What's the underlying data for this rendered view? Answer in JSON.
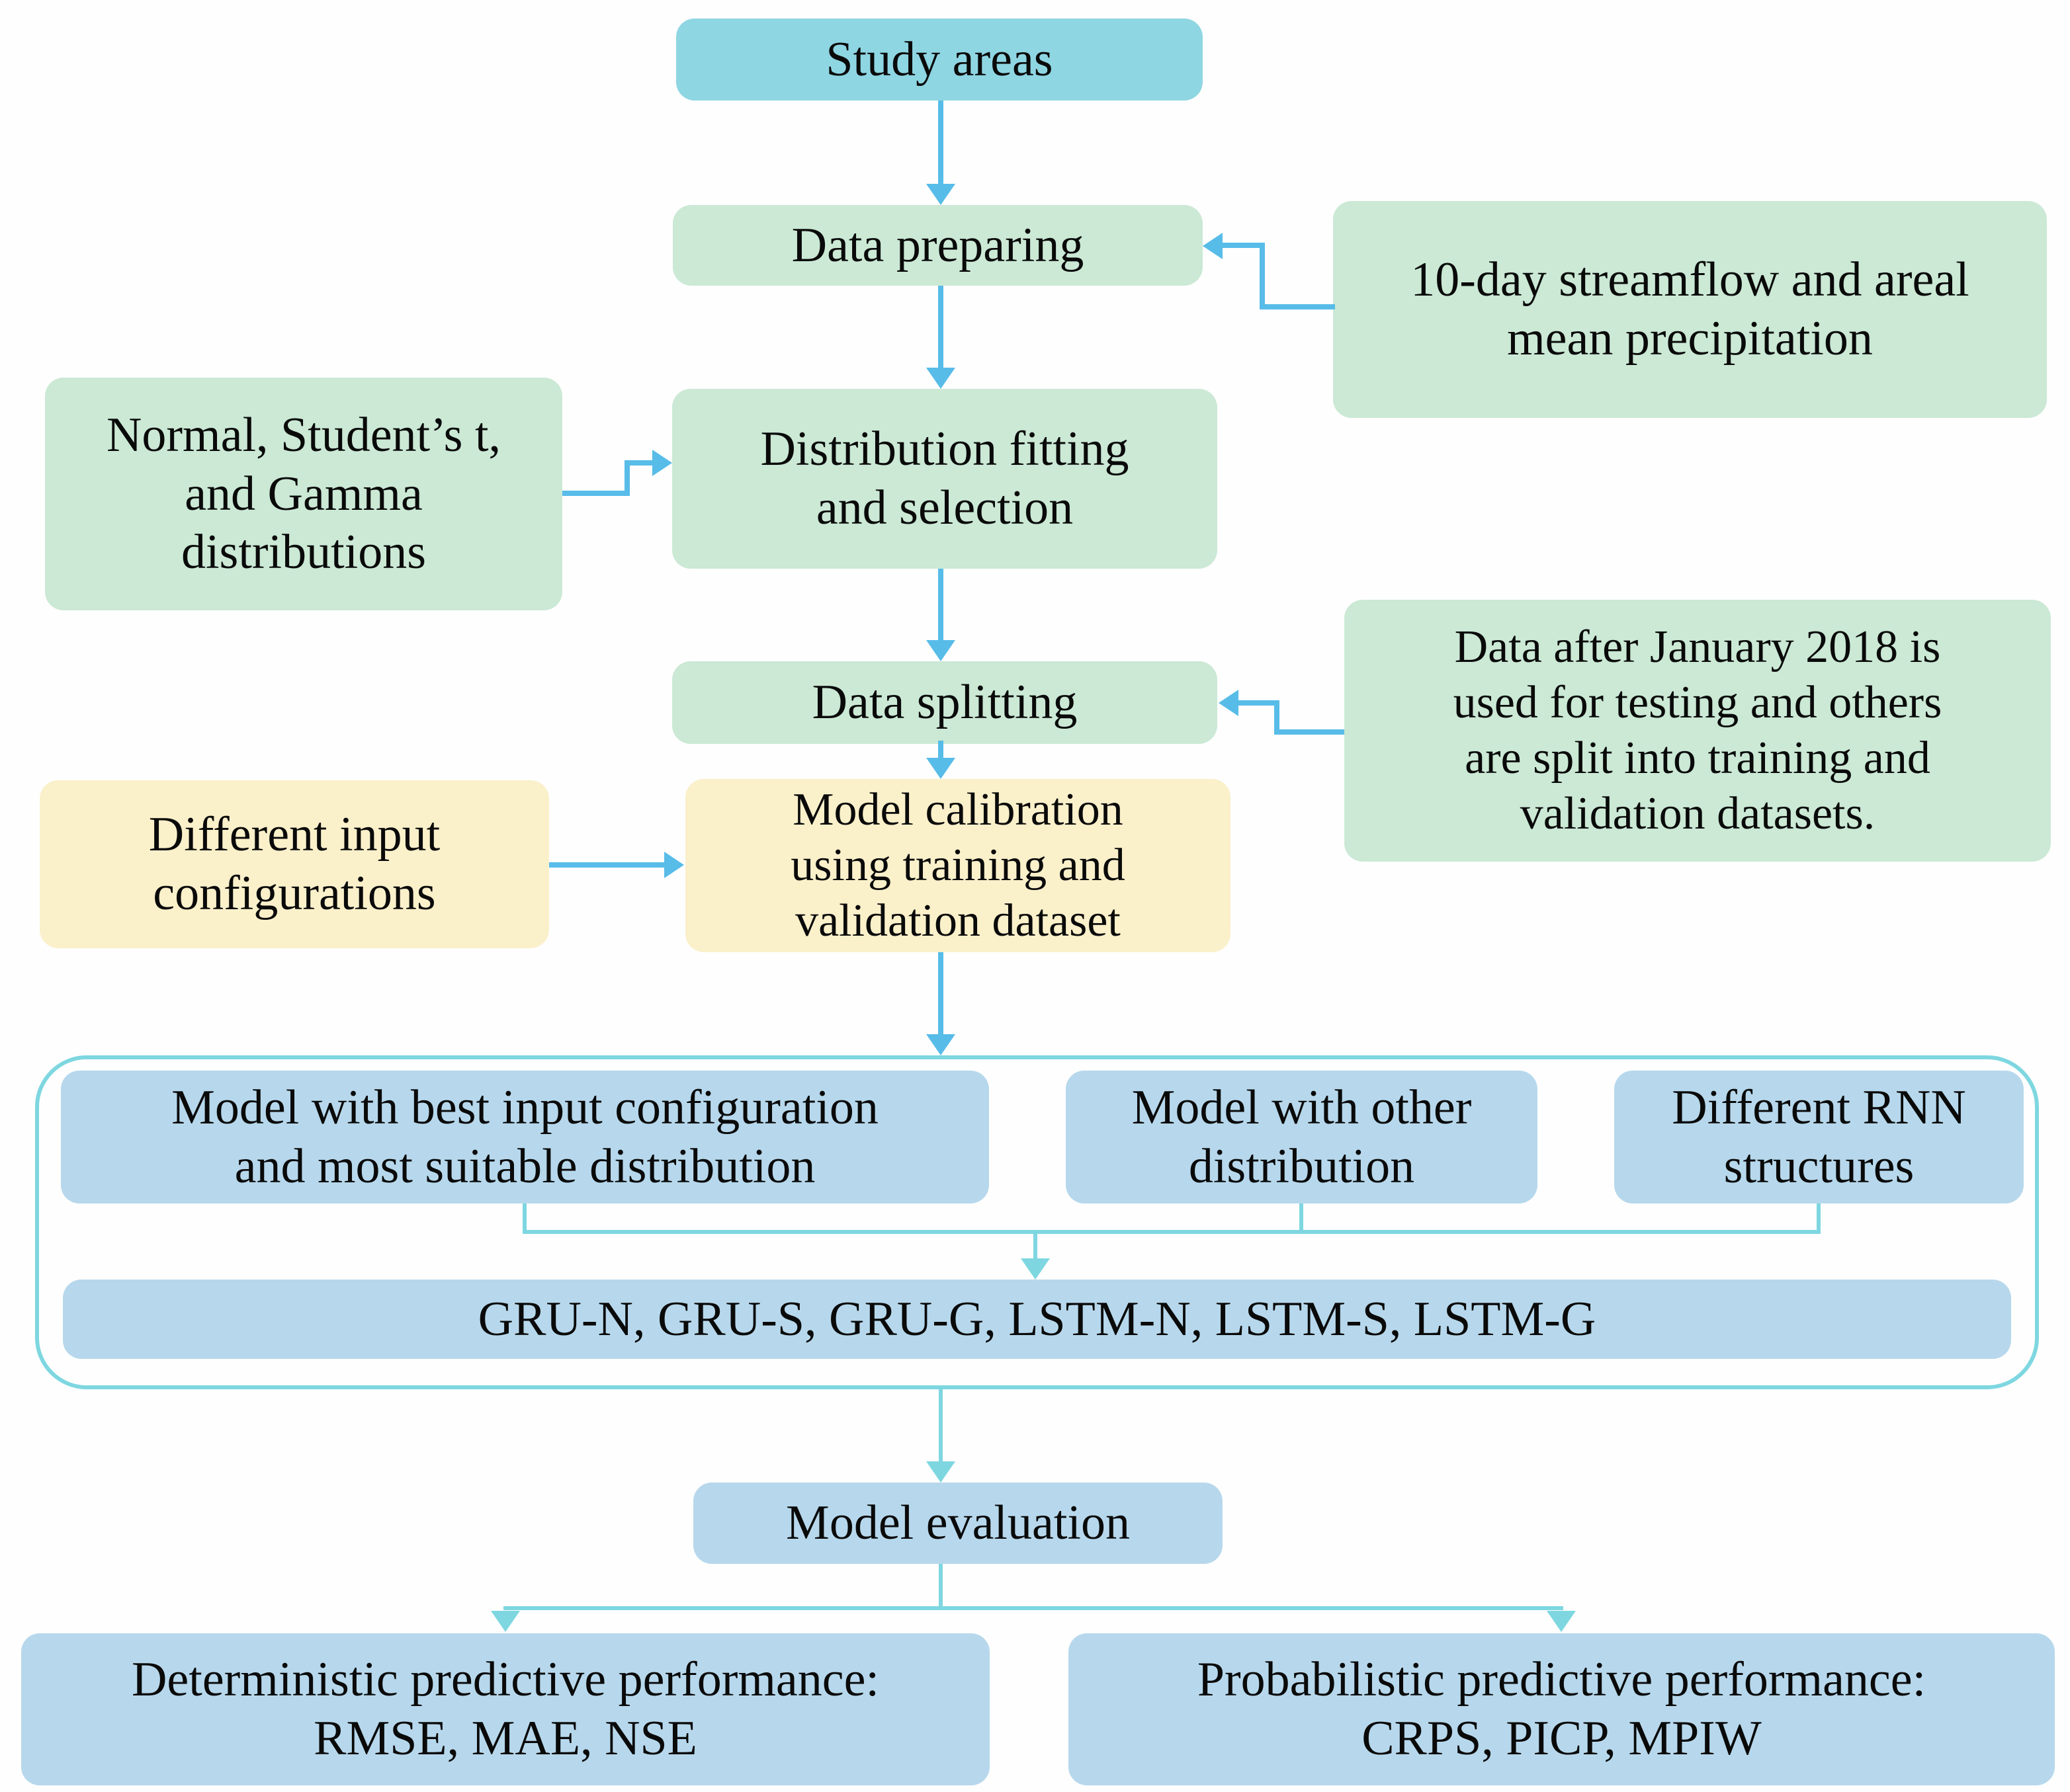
{
  "diagram": {
    "nodes": {
      "study_areas": {
        "label": "Study areas"
      },
      "data_preparing": {
        "label": "Data preparing"
      },
      "streamflow_input": {
        "label": "10-day streamflow and areal\nmean precipitation"
      },
      "distributions_input": {
        "label": "Normal, Student’s t,\nand Gamma\ndistributions"
      },
      "distribution_fitting": {
        "label": "Distribution fitting\nand selection"
      },
      "data_splitting": {
        "label": "Data splitting"
      },
      "splitting_note": {
        "label": "Data after January 2018 is\nused for testing and others\nare split into training and\nvalidation datasets."
      },
      "input_configurations": {
        "label": "Different input\nconfigurations"
      },
      "model_calibration": {
        "label": "Model calibration\nusing training and\nvalidation dataset"
      },
      "best_model": {
        "label": "Model with best input configuration\nand most suitable distribution"
      },
      "other_distribution_model": {
        "label": "Model with other\ndistribution"
      },
      "rnn_structures": {
        "label": "Different RNN\nstructures"
      },
      "model_variants": {
        "label": "GRU-N, GRU-S, GRU-G, LSTM-N, LSTM-S, LSTM-G"
      },
      "model_evaluation": {
        "label": "Model evaluation"
      },
      "deterministic_metrics": {
        "label": "Deterministic predictive performance:\nRMSE, MAE, NSE"
      },
      "probabilistic_metrics": {
        "label": "Probabilistic predictive performance:\nCRPS, PICP, MPIW"
      }
    },
    "colors": {
      "node_cyan": "#8fd6e3",
      "node_green": "#cbe9d5",
      "node_yellow": "#faf0ca",
      "node_blue": "#b7d8ec",
      "arrow": "#58bce8",
      "branch": "#7ed7e0",
      "text": "#0a0a0a"
    }
  }
}
